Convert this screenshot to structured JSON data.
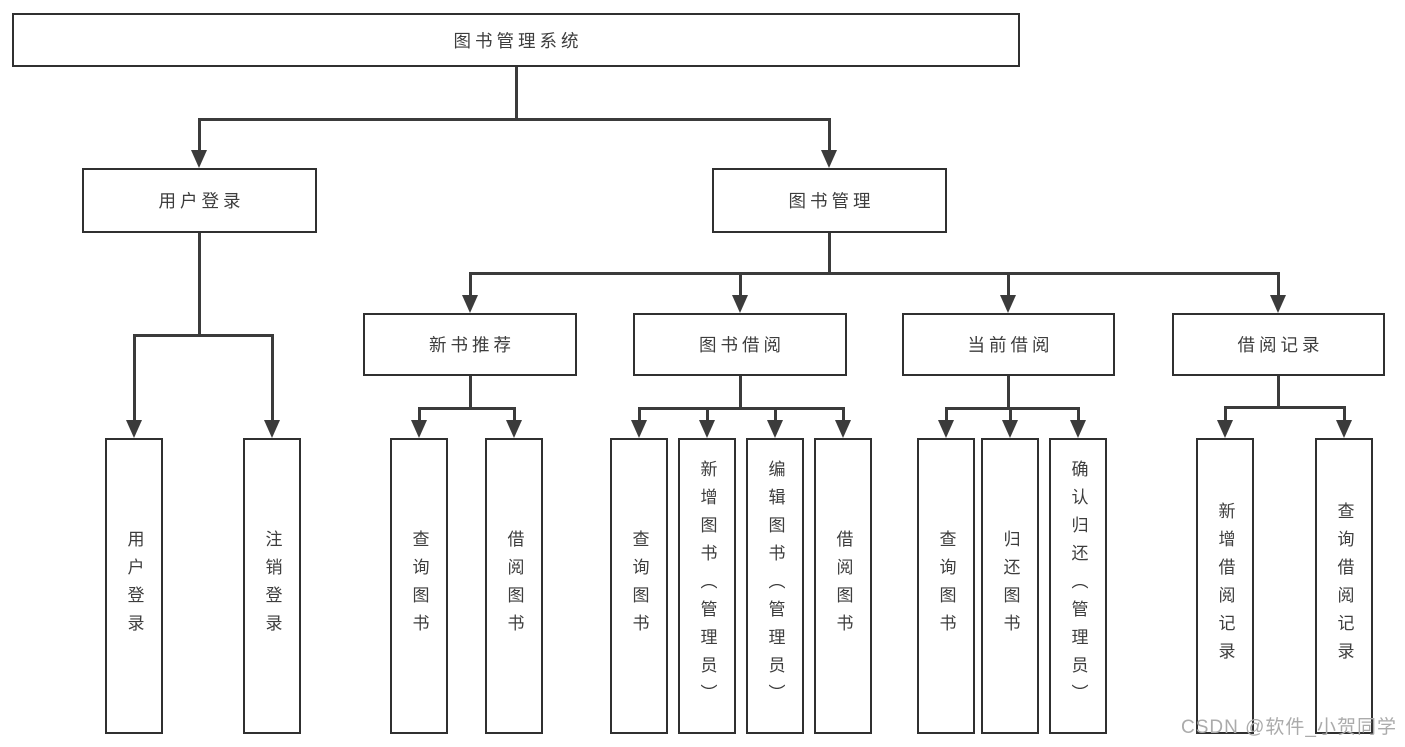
{
  "diagram": {
    "type": "tree",
    "root": {
      "label": "图书管理系统"
    },
    "level2": [
      {
        "label": "用户登录"
      },
      {
        "label": "图书管理"
      }
    ],
    "level3": [
      {
        "label": "新书推荐"
      },
      {
        "label": "图书借阅"
      },
      {
        "label": "当前借阅"
      },
      {
        "label": "借阅记录"
      }
    ],
    "leaves": [
      {
        "label": "用户登录"
      },
      {
        "label": "注销登录"
      },
      {
        "label": "查询图书"
      },
      {
        "label": "借阅图书"
      },
      {
        "label": "查询图书"
      },
      {
        "label": "新增图书（管理员）"
      },
      {
        "label": "编辑图书（管理员）"
      },
      {
        "label": "借阅图书"
      },
      {
        "label": "查询图书"
      },
      {
        "label": "归还图书"
      },
      {
        "label": "确认归还（管理员）"
      },
      {
        "label": "新增借阅记录"
      },
      {
        "label": "查询借阅记录"
      }
    ],
    "edges": [
      "图书管理系统→用户登录",
      "图书管理系统→图书管理",
      "用户登录→用户登录",
      "用户登录→注销登录",
      "图书管理→新书推荐",
      "图书管理→图书借阅",
      "图书管理→当前借阅",
      "图书管理→借阅记录",
      "新书推荐→查询图书",
      "新书推荐→借阅图书",
      "图书借阅→查询图书",
      "图书借阅→新增图书（管理员）",
      "图书借阅→编辑图书（管理员）",
      "图书借阅→借阅图书",
      "当前借阅→查询图书",
      "当前借阅→归还图书",
      "当前借阅→确认归还（管理员）",
      "借阅记录→新增借阅记录",
      "借阅记录→查询借阅记录"
    ]
  },
  "watermark": {
    "text": "CSDN @软件_小贺同学"
  },
  "colors": {
    "background": "#ffffff",
    "box_border": "#303030",
    "line": "#3b3b3b",
    "text": "#3d3d3d",
    "watermark": "#ababab"
  }
}
